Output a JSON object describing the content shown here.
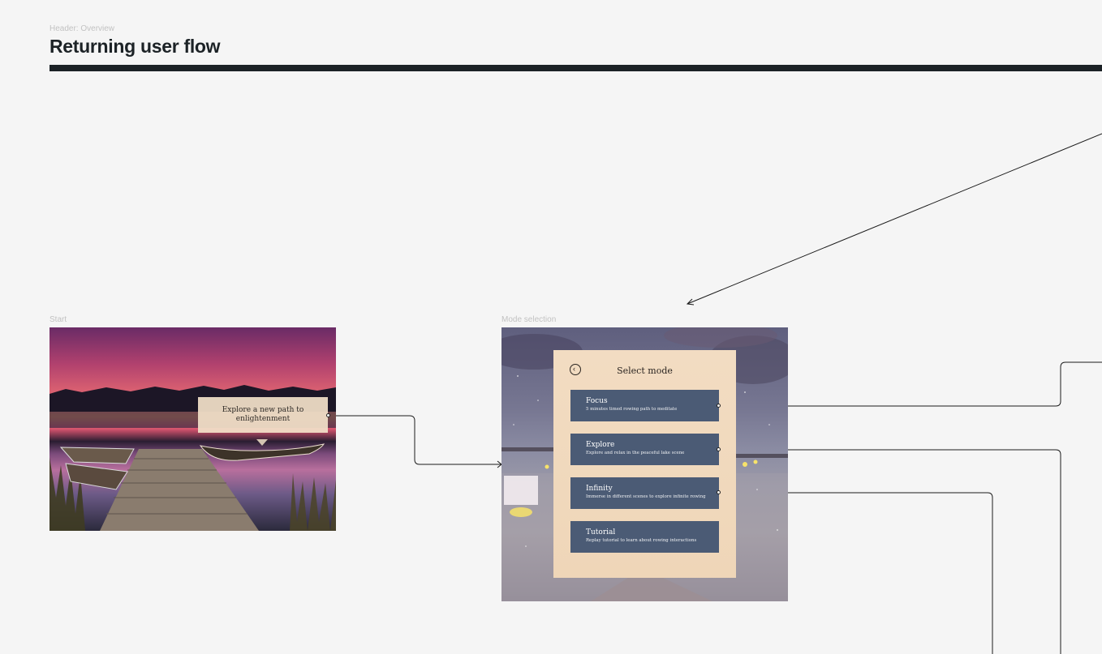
{
  "header": {
    "overline": "Header: Overview",
    "title": "Returning user flow"
  },
  "frames": {
    "start": {
      "label": "Start",
      "tooltip": "Explore a new path to enlightenment"
    },
    "mode_selection": {
      "label": "Mode selection",
      "panel_title": "Select mode",
      "modes": [
        {
          "title": "Focus",
          "desc": "5 minutes timed rowing path to meditate"
        },
        {
          "title": "Explore",
          "desc": "Explore and relax in the peaceful lake scene"
        },
        {
          "title": "Infinity",
          "desc": "Immerse in different scenes to explore infinite rowing"
        },
        {
          "title": "Tutorial",
          "desc": "Replay tutorial to learn about rowing interactions"
        }
      ]
    }
  },
  "colors": {
    "title_rule": "#1c2226",
    "mode_card": "#4b5b75",
    "panel": "#f2dcc2"
  },
  "icons": {
    "back": "chevron-left-icon"
  }
}
